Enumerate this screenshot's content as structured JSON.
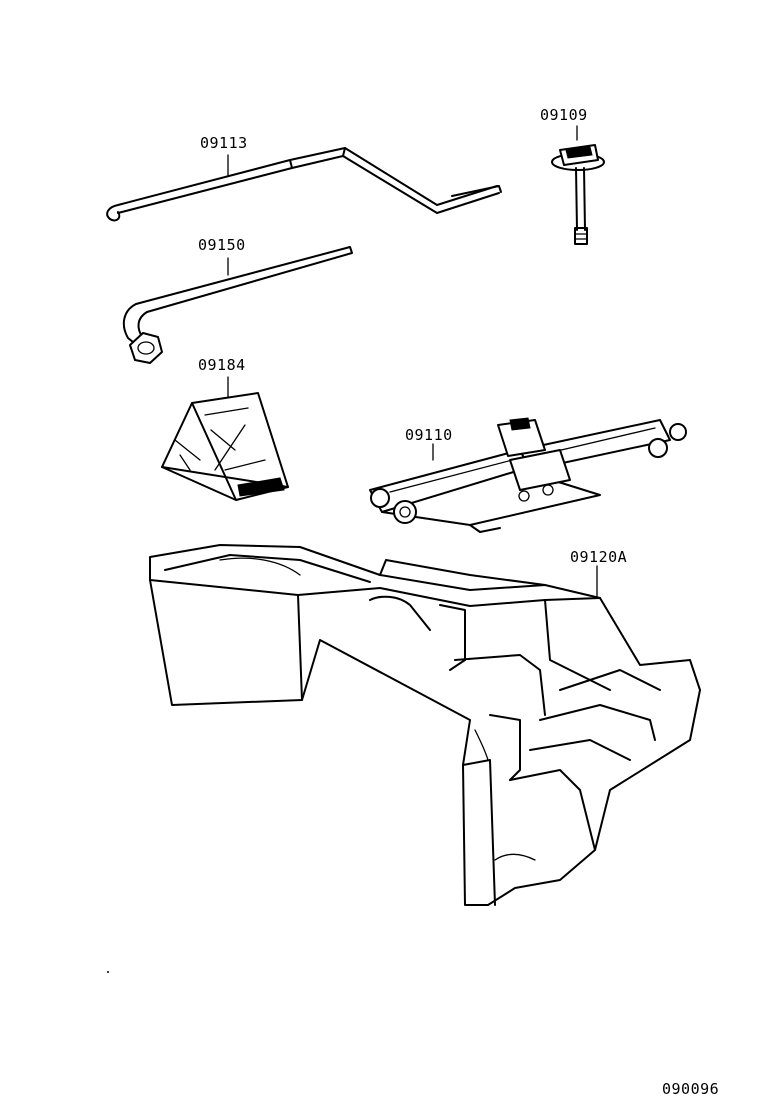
{
  "parts": {
    "jack_handle": "09113",
    "spare_wheel_bolt": "09109",
    "wheel_wrench": "09150",
    "wheel_chock": "09184",
    "jack": "09110",
    "tool_tray": "09120A"
  },
  "diagram_id": "090096"
}
